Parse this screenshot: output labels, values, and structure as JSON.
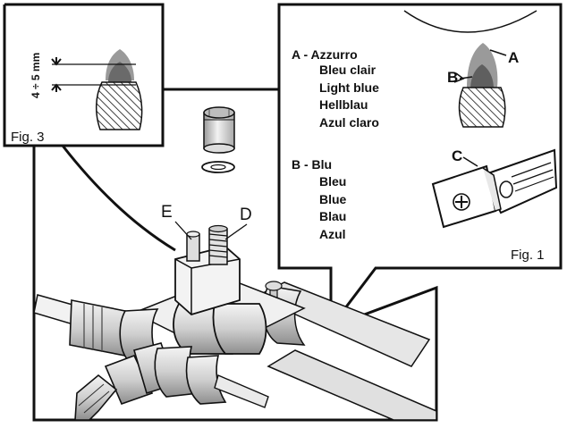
{
  "fig3": {
    "measure_label": "4 ÷ 5 mm",
    "caption": "Fig. 3"
  },
  "fig1": {
    "caption": "Fig. 1",
    "flame_label_a": "A",
    "flame_label_b": "B",
    "label_c": "C",
    "legend_a_key": "A - Azzurro",
    "legend_a_translations": [
      "Bleu clair",
      "Light blue",
      "Hellblau",
      "Azul claro"
    ],
    "legend_b_key": "B - Blu",
    "legend_b_translations": [
      "Bleu",
      "Blue",
      "Blau",
      "Azul"
    ]
  },
  "main": {
    "label_e": "E",
    "label_d": "D"
  },
  "colors": {
    "flame_outer": "#9a9a9a",
    "flame_inner": "#5f5f5f",
    "line": "#111111",
    "shade": "#d8d8d8"
  }
}
